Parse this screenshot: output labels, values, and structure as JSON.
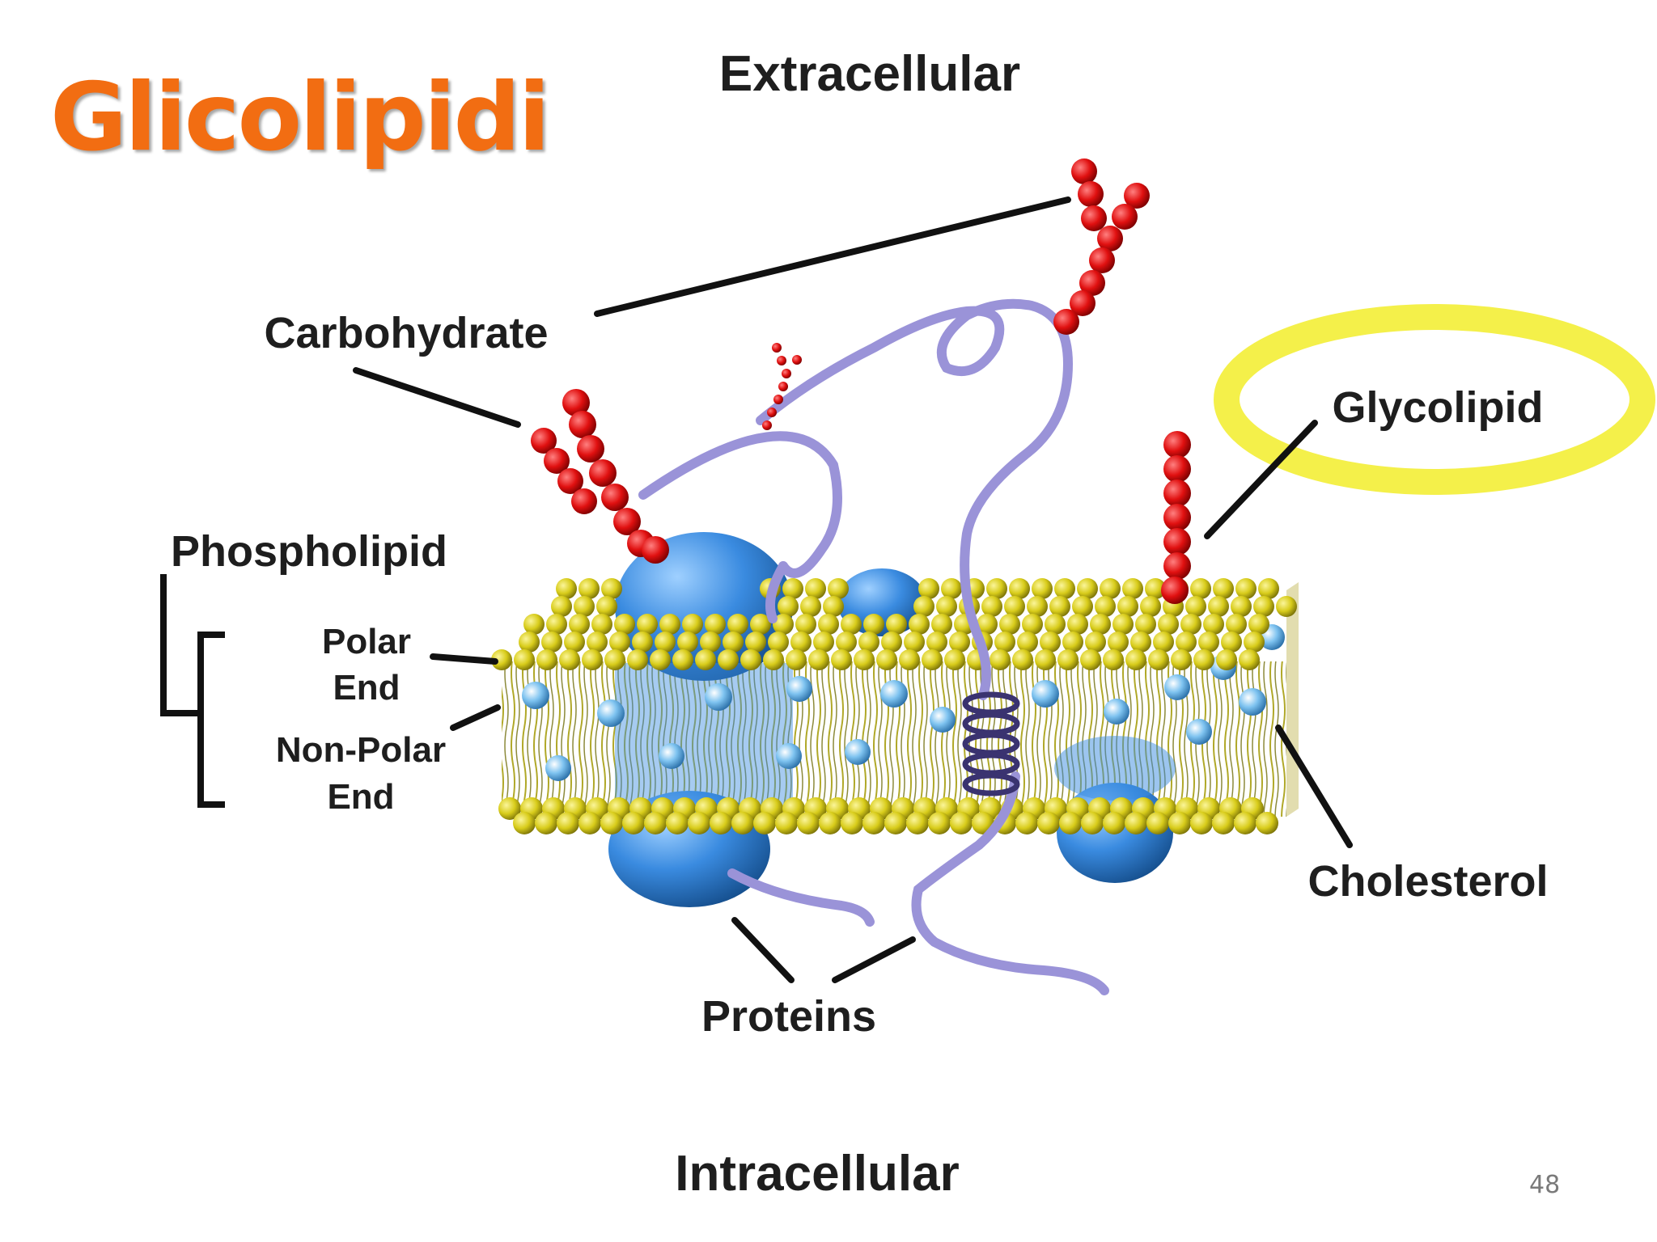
{
  "slide": {
    "title": "Glicolipidi",
    "page_number": "48"
  },
  "diagram": {
    "labels": {
      "extracellular": "Extracellular",
      "intracellular": "Intracellular",
      "carbohydrate": "Carbohydrate",
      "glycolipid": "Glycolipid",
      "phospholipid": "Phospholipid",
      "polar_end_line1": "Polar",
      "polar_end_line2": "End",
      "nonpolar_end_line1": "Non-Polar",
      "nonpolar_end_line2": "End",
      "cholesterol": "Cholesterol",
      "proteins": "Proteins"
    },
    "highlight": {
      "target": "glycolipid",
      "shape": "ellipse"
    }
  },
  "colors": {
    "title": "#f26d12",
    "highlight": "#f4f04a",
    "lipid_head": "#d8cc1a",
    "carbohydrate": "#e01010",
    "protein": "#3a8be0",
    "protein_strand": "#9a93d8",
    "cholesterol": "#7ec3f0",
    "label": "#1e1e1e"
  }
}
